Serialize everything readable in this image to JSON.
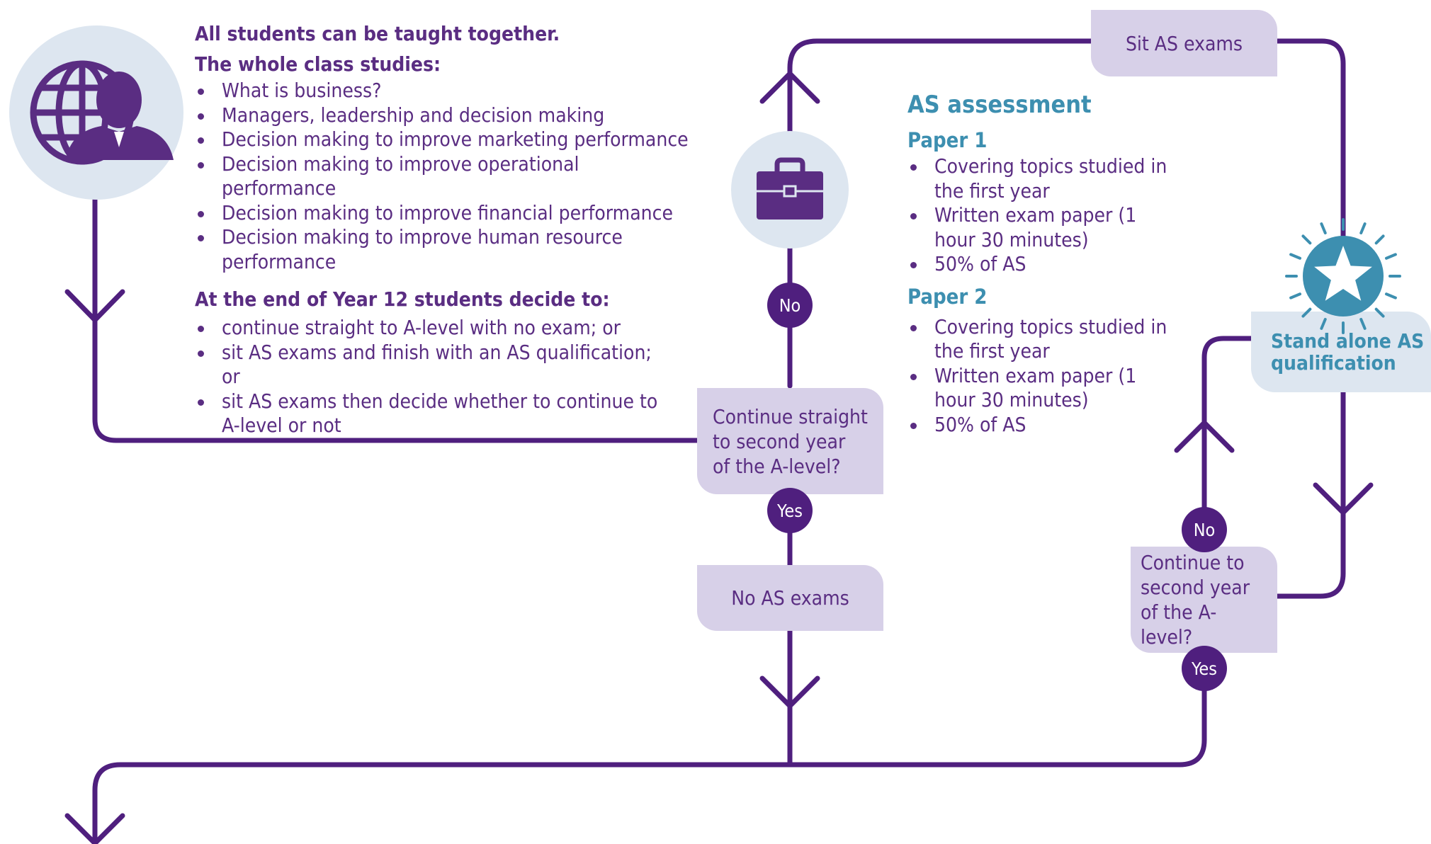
{
  "intro": {
    "heading1": "All students can be taught together.",
    "heading2": "The whole class studies:",
    "topics": [
      "What is business?",
      "Managers, leadership and decision making",
      "Decision making to improve marketing performance",
      "Decision making to improve operational performance",
      "Decision making to improve financial performance",
      "Decision making to improve human resource performance"
    ],
    "decide_heading": "At the end of Year 12 students decide to:",
    "options": [
      "continue straight to A-level with no exam; or",
      "sit AS exams and finish with an AS qualification; or",
      "sit AS exams then decide whether to continue to A-level or not"
    ]
  },
  "flow": {
    "continue_box": "Continue straight to second year of the A-level?",
    "no_exams_box": "No AS exams",
    "sit_exams_box": "Sit AS exams",
    "continue2_box": "Continue to second year of the A-level?",
    "standalone_label": "Stand alone AS qualification",
    "badge_no_1": "No",
    "badge_yes_1": "Yes",
    "badge_no_2": "No",
    "badge_yes_2": "Yes"
  },
  "assessment": {
    "title": "AS assessment",
    "paper1": {
      "title": "Paper 1",
      "items": [
        "Covering topics studied in the first year",
        "Written exam paper (1 hour 30 minutes)",
        "50% of AS"
      ]
    },
    "paper2": {
      "title": "Paper 2",
      "items": [
        "Covering topics studied in the first year",
        "Written exam paper (1 hour 30 minutes)",
        "50% of AS"
      ]
    }
  },
  "colors": {
    "purple": "#5a2d82",
    "dark_purple": "#4f1f7e",
    "lavender": "#d7d0e8",
    "teal": "#3d8fb0",
    "pale_blue": "#dde6f0"
  },
  "icons": {
    "globe_person": "globe-person-icon",
    "briefcase": "briefcase-icon",
    "star": "star-icon"
  }
}
